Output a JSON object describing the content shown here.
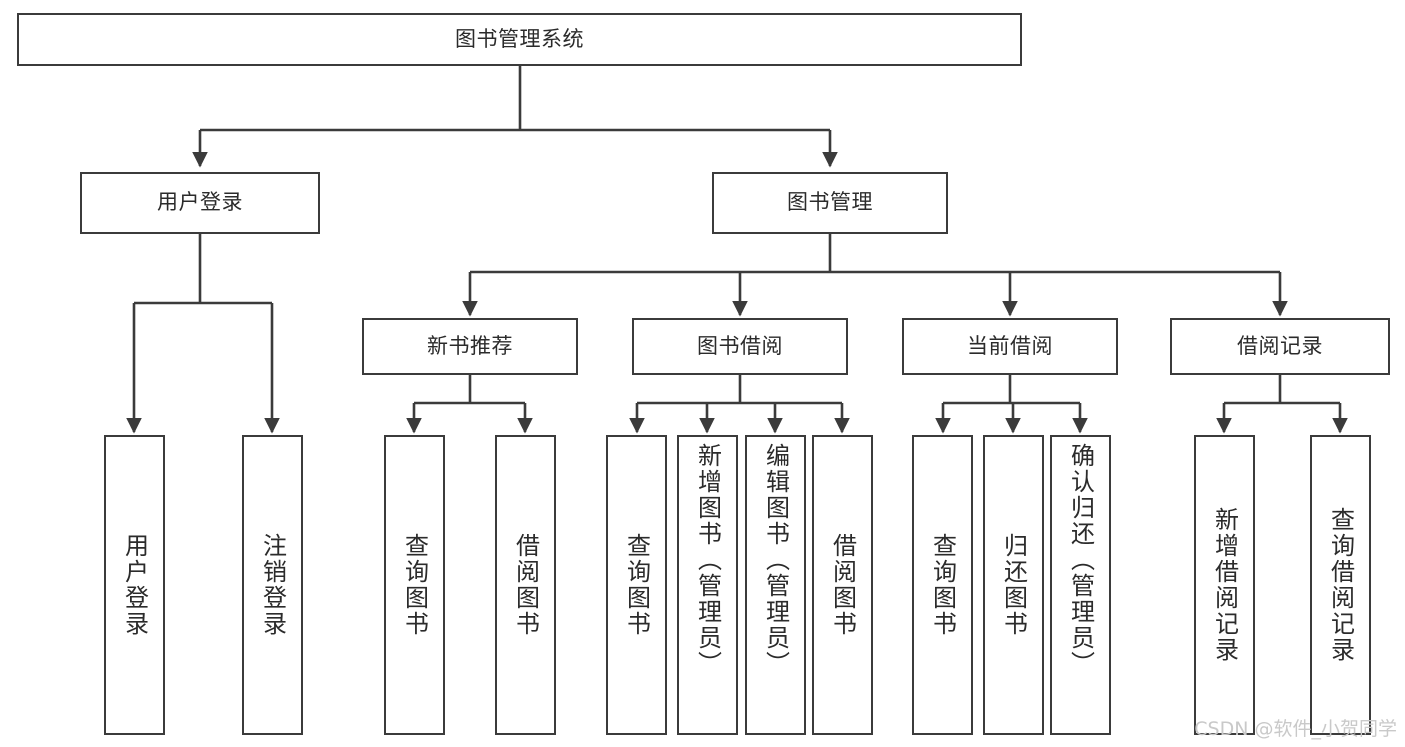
{
  "diagram": {
    "type": "tree-hierarchy-chart",
    "title": "图书管理系统",
    "orientation": "top-down",
    "line_color": "#3b3b3b",
    "box_fill": "#ffffff",
    "text_color": "#2b2b2b"
  },
  "root": {
    "label": "图书管理系统"
  },
  "level2": [
    {
      "label": "用户登录"
    },
    {
      "label": "图书管理"
    }
  ],
  "level3": [
    {
      "label": "新书推荐"
    },
    {
      "label": "图书借阅"
    },
    {
      "label": "当前借阅"
    },
    {
      "label": "借阅记录"
    }
  ],
  "leaves": {
    "user_login": [
      {
        "label": "用户登录"
      },
      {
        "label": "注销登录"
      }
    ],
    "new_book_recommend": [
      {
        "label": "查询图书"
      },
      {
        "label": "借阅图书"
      }
    ],
    "book_borrow": [
      {
        "label": "查询图书"
      },
      {
        "label": "新增图书（管理员）"
      },
      {
        "label": "编辑图书（管理员）"
      },
      {
        "label": "借阅图书"
      }
    ],
    "current_borrow": [
      {
        "label": "查询图书"
      },
      {
        "label": "归还图书"
      },
      {
        "label": "确认归还（管理员）"
      }
    ],
    "borrow_record": [
      {
        "label": "新增借阅记录"
      },
      {
        "label": "查询借阅记录"
      }
    ]
  },
  "watermark": {
    "text": "CSDN @软件_小贺同学"
  }
}
